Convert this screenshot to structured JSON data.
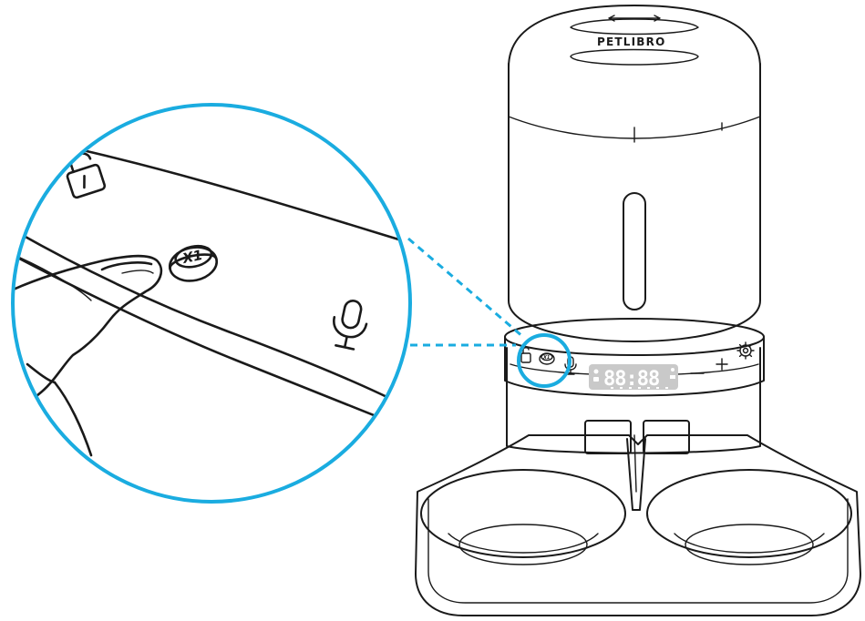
{
  "device": {
    "brand_label": "PETLIBRO",
    "display_digits": "88:88",
    "button_label": "X1"
  },
  "callout": {
    "button_label": "X1"
  },
  "colors": {
    "accent": "#1aace0",
    "line": "#1a1a1a",
    "display": "#c9c9c9"
  },
  "icons": [
    "lock-icon",
    "feed-button-icon",
    "microphone-icon",
    "minus-icon",
    "plus-icon",
    "gear-icon"
  ]
}
